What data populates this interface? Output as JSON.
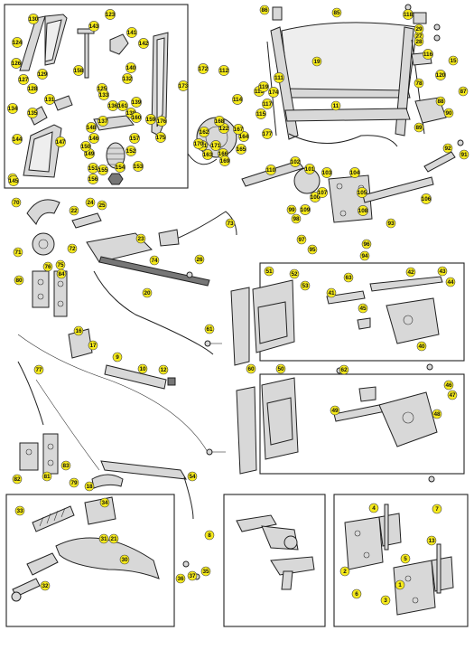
{
  "callouts": [
    "1",
    "2",
    "3",
    "4",
    "5",
    "6",
    "7",
    "8",
    "9",
    "10",
    "11",
    "12",
    "13",
    "14",
    "15",
    "16",
    "17",
    "18",
    "19",
    "20",
    "21",
    "22",
    "23",
    "24",
    "25",
    "26",
    "27",
    "28",
    "29",
    "30",
    "31",
    "32",
    "33",
    "34",
    "35",
    "36",
    "37",
    "40",
    "41",
    "42",
    "43",
    "44",
    "45",
    "46",
    "47",
    "48",
    "49",
    "50",
    "51",
    "52",
    "53",
    "54",
    "60",
    "61",
    "62",
    "63",
    "70",
    "71",
    "72",
    "73",
    "74",
    "75",
    "76",
    "77",
    "78",
    "79",
    "80",
    "81",
    "82",
    "83",
    "84",
    "85",
    "86",
    "87",
    "88",
    "89",
    "90",
    "91",
    "92",
    "93",
    "94",
    "95",
    "96",
    "97",
    "98",
    "99",
    "100",
    "101",
    "102",
    "103",
    "104",
    "105",
    "106",
    "107",
    "108",
    "109",
    "110",
    "111",
    "112",
    "113",
    "114",
    "115",
    "116",
    "117",
    "118",
    "119",
    "120",
    "121",
    "122",
    "123",
    "124",
    "125",
    "126",
    "127",
    "128",
    "129",
    "130",
    "131",
    "132",
    "133",
    "134",
    "135",
    "136",
    "137",
    "138",
    "139",
    "140",
    "141",
    "142",
    "143",
    "144",
    "145",
    "146",
    "147",
    "148",
    "149",
    "150",
    "151",
    "152",
    "153",
    "154",
    "155",
    "156",
    "157",
    "158",
    "159",
    "160",
    "161",
    "162",
    "163",
    "164",
    "165",
    "166",
    "167",
    "168",
    "169",
    "170",
    "171",
    "172",
    "173",
    "174",
    "175",
    "176",
    "177"
  ]
}
